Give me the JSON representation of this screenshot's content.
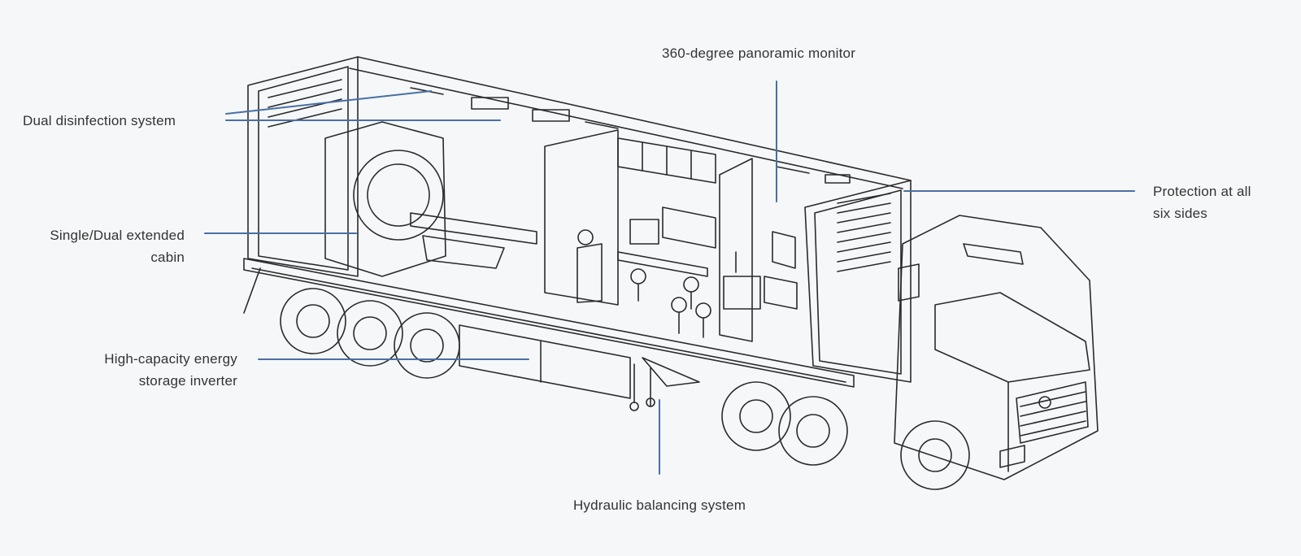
{
  "colors": {
    "background": "#f5f7f9",
    "leader_line": "#4a6fa5",
    "drawing_line": "#2a2a2a",
    "label_text": "#333333"
  },
  "labels": {
    "panoramic_monitor": "360-degree panoramic monitor",
    "dual_disinfection": "Dual disinfection system",
    "extended_cabin": "Single/Dual extended\ncabin",
    "protection": "Protection at all\nsix sides",
    "energy_storage": "High-capacity energy\nstorage inverter",
    "hydraulic": "Hydraulic balancing system"
  }
}
